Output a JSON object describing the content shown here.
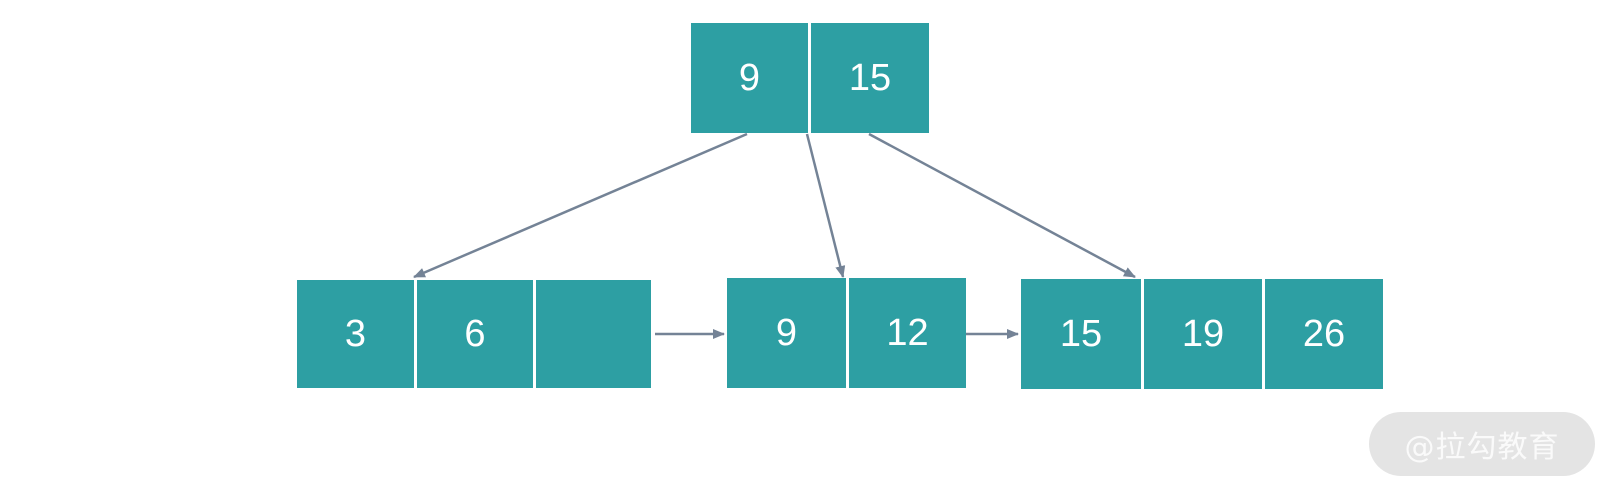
{
  "root": {
    "keys": [
      "9",
      "15"
    ]
  },
  "leaves": [
    {
      "keys": [
        "3",
        "6",
        ""
      ]
    },
    {
      "keys": [
        "9",
        "12"
      ]
    },
    {
      "keys": [
        "15",
        "19",
        "26"
      ]
    }
  ],
  "watermark": "@拉勾教育",
  "colors": {
    "cell": "#2d9fa3",
    "arrow": "#748396",
    "text": "#ffffff"
  }
}
